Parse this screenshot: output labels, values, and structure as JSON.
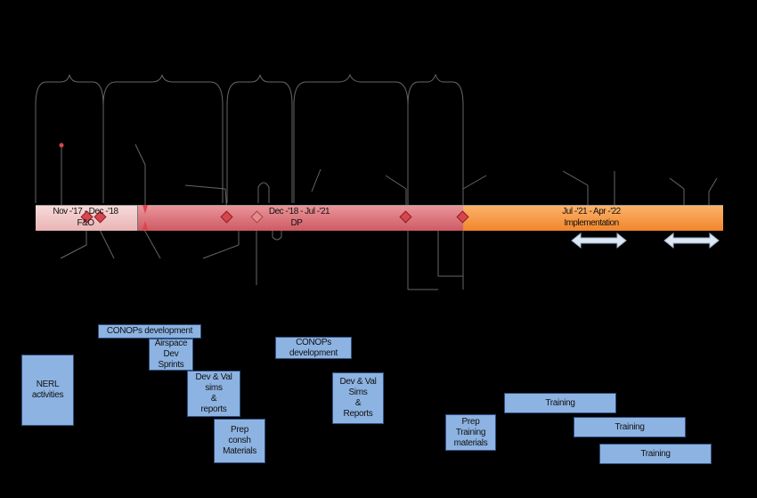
{
  "timeline": {
    "phase1_label": "Nov -'17 - Dec -'18",
    "phase1_name": "F&O",
    "phase2_label": "Dec -'18 - Jul -'21",
    "phase2_name": "DP",
    "phase3_label": "Jul -'21 - Apr -'22",
    "phase3_name": "Implementation"
  },
  "boxes": {
    "nerl": "NERL\nactivities",
    "conops1": "CONOPs development",
    "airspace": "Airspace\nDev\nSprints",
    "devval1": "Dev & Val\nsims\n&\nreports",
    "prep_consult": "Prep\nconsh\nMaterials",
    "conops2": "CONOPs\ndevelopment",
    "devval2": "Dev & Val\nSims\n&\nReports",
    "prep_training": "Prep\nTraining\nmaterials",
    "training1": "Training",
    "training2": "Training",
    "training3": "Training"
  },
  "colors": {
    "phase1": "#f2c6c6",
    "phase2": "#d9626a",
    "phase3": "#f59a3c",
    "box": "#8db3e2",
    "milestone": "#d9454f",
    "arrow": "#dde8f5"
  }
}
